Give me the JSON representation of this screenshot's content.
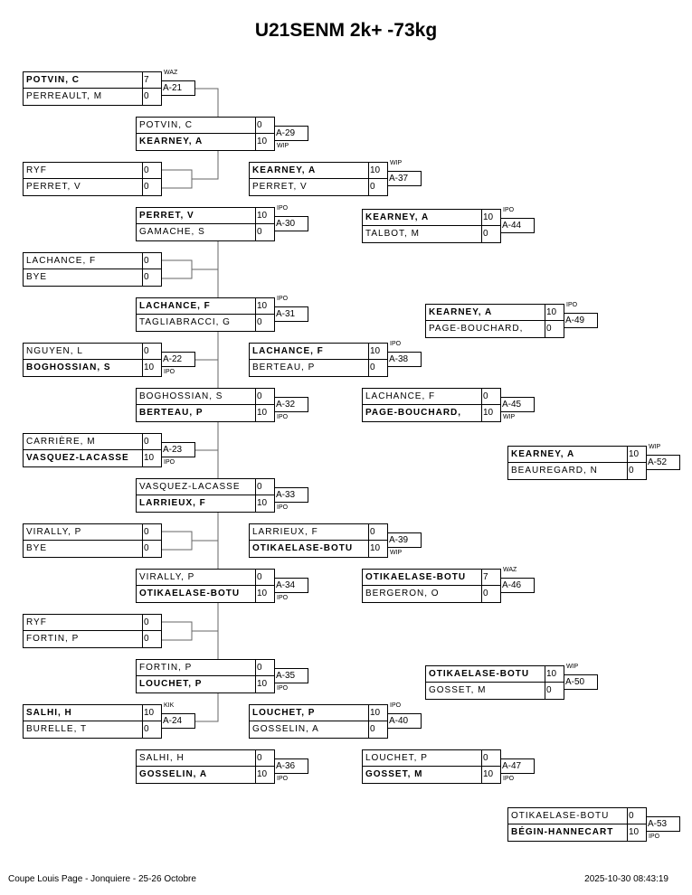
{
  "title": "U21SENM 2k+ -73kg",
  "footer": {
    "event": "Coupe Louis Page - Jonquiere - 25-26 Octobre",
    "timestamp": "2025-10-30 08:43:19"
  },
  "matches": [
    {
      "label": "A-21",
      "annotation": "WAZ",
      "competitors": [
        {
          "name": "POTVIN, C",
          "score": "7",
          "winner": true
        },
        {
          "name": "PERREAULT, M",
          "score": "0",
          "winner": false
        }
      ]
    },
    {
      "label": null,
      "annotation": null,
      "competitors": [
        {
          "name": "RYF",
          "score": "0",
          "winner": false
        },
        {
          "name": "PERRET, V",
          "score": "0",
          "winner": false
        }
      ]
    },
    {
      "label": null,
      "annotation": null,
      "competitors": [
        {
          "name": "LACHANCE, F",
          "score": "0",
          "winner": false
        },
        {
          "name": "BYE",
          "score": "0",
          "winner": false
        }
      ]
    },
    {
      "label": "A-22",
      "annotation": "IPO",
      "competitors": [
        {
          "name": "NGUYEN, L",
          "score": "0",
          "winner": false
        },
        {
          "name": "BOGHOSSIAN, S",
          "score": "10",
          "winner": true
        }
      ]
    },
    {
      "label": "A-23",
      "annotation": "IPO",
      "competitors": [
        {
          "name": "CARRIÈRE, M",
          "score": "0",
          "winner": false
        },
        {
          "name": "VASQUEZ-LACASSE",
          "score": "10",
          "winner": true
        }
      ]
    },
    {
      "label": null,
      "annotation": null,
      "competitors": [
        {
          "name": "VIRALLY, P",
          "score": "0",
          "winner": false
        },
        {
          "name": "BYE",
          "score": "0",
          "winner": false
        }
      ]
    },
    {
      "label": null,
      "annotation": null,
      "competitors": [
        {
          "name": "RYF",
          "score": "0",
          "winner": false
        },
        {
          "name": "FORTIN, P",
          "score": "0",
          "winner": false
        }
      ]
    },
    {
      "label": "A-24",
      "annotation": "KIK",
      "competitors": [
        {
          "name": "SALHI, H",
          "score": "10",
          "winner": true
        },
        {
          "name": "BURELLE, T",
          "score": "0",
          "winner": false
        }
      ]
    },
    {
      "label": "A-29",
      "annotation": "WIP",
      "competitors": [
        {
          "name": "POTVIN, C",
          "score": "0",
          "winner": false
        },
        {
          "name": "KEARNEY, A",
          "score": "10",
          "winner": true
        }
      ]
    },
    {
      "label": "A-30",
      "annotation": "IPO",
      "competitors": [
        {
          "name": "PERRET, V",
          "score": "10",
          "winner": true
        },
        {
          "name": "GAMACHE, S",
          "score": "0",
          "winner": false
        }
      ]
    },
    {
      "label": "A-31",
      "annotation": "IPO",
      "competitors": [
        {
          "name": "LACHANCE, F",
          "score": "10",
          "winner": true
        },
        {
          "name": "TAGLIABRACCI, G",
          "score": "0",
          "winner": false
        }
      ]
    },
    {
      "label": "A-32",
      "annotation": "IPO",
      "competitors": [
        {
          "name": "BOGHOSSIAN, S",
          "score": "0",
          "winner": false
        },
        {
          "name": "BERTEAU, P",
          "score": "10",
          "winner": true
        }
      ]
    },
    {
      "label": "A-33",
      "annotation": "IPO",
      "competitors": [
        {
          "name": "VASQUEZ-LACASSE",
          "score": "0",
          "winner": false
        },
        {
          "name": "LARRIEUX, F",
          "score": "10",
          "winner": true
        }
      ]
    },
    {
      "label": "A-34",
      "annotation": "IPO",
      "competitors": [
        {
          "name": "VIRALLY, P",
          "score": "0",
          "winner": false
        },
        {
          "name": "OTIKAELASE-BOTU",
          "score": "10",
          "winner": true
        }
      ]
    },
    {
      "label": "A-35",
      "annotation": "IPO",
      "competitors": [
        {
          "name": "FORTIN, P",
          "score": "0",
          "winner": false
        },
        {
          "name": "LOUCHET, P",
          "score": "10",
          "winner": true
        }
      ]
    },
    {
      "label": "A-36",
      "annotation": "IPO",
      "competitors": [
        {
          "name": "SALHI, H",
          "score": "0",
          "winner": false
        },
        {
          "name": "GOSSELIN, A",
          "score": "10",
          "winner": true
        }
      ]
    },
    {
      "label": "A-37",
      "annotation": "WIP",
      "competitors": [
        {
          "name": "KEARNEY, A",
          "score": "10",
          "winner": true
        },
        {
          "name": "PERRET, V",
          "score": "0",
          "winner": false
        }
      ]
    },
    {
      "label": "A-38",
      "annotation": "IPO",
      "competitors": [
        {
          "name": "LACHANCE, F",
          "score": "10",
          "winner": true
        },
        {
          "name": "BERTEAU, P",
          "score": "0",
          "winner": false
        }
      ]
    },
    {
      "label": "A-39",
      "annotation": "WIP",
      "competitors": [
        {
          "name": "LARRIEUX, F",
          "score": "0",
          "winner": false
        },
        {
          "name": "OTIKAELASE-BOTU",
          "score": "10",
          "winner": true
        }
      ]
    },
    {
      "label": "A-40",
      "annotation": "IPO",
      "competitors": [
        {
          "name": "LOUCHET, P",
          "score": "10",
          "winner": true
        },
        {
          "name": "GOSSELIN, A",
          "score": "0",
          "winner": false
        }
      ]
    },
    {
      "label": "A-44",
      "annotation": "IPO",
      "competitors": [
        {
          "name": "KEARNEY, A",
          "score": "10",
          "winner": true
        },
        {
          "name": "TALBOT, M",
          "score": "0",
          "winner": false
        }
      ]
    },
    {
      "label": "A-45",
      "annotation": "WIP",
      "competitors": [
        {
          "name": "LACHANCE, F",
          "score": "0",
          "winner": false
        },
        {
          "name": "PAGE-BOUCHARD,",
          "score": "10",
          "winner": true
        }
      ]
    },
    {
      "label": "A-46",
      "annotation": "WAZ",
      "competitors": [
        {
          "name": "OTIKAELASE-BOTU",
          "score": "7",
          "winner": true
        },
        {
          "name": "BERGERON, O",
          "score": "0",
          "winner": false
        }
      ]
    },
    {
      "label": "A-47",
      "annotation": "IPO",
      "competitors": [
        {
          "name": "LOUCHET, P",
          "score": "0",
          "winner": false
        },
        {
          "name": "GOSSET, M",
          "score": "10",
          "winner": true
        }
      ]
    },
    {
      "label": "A-49",
      "annotation": "IPO",
      "competitors": [
        {
          "name": "KEARNEY, A",
          "score": "10",
          "winner": true
        },
        {
          "name": "PAGE-BOUCHARD,",
          "score": "0",
          "winner": false
        }
      ]
    },
    {
      "label": "A-50",
      "annotation": "WIP",
      "competitors": [
        {
          "name": "OTIKAELASE-BOTU",
          "score": "10",
          "winner": true
        },
        {
          "name": "GOSSET, M",
          "score": "0",
          "winner": false
        }
      ]
    },
    {
      "label": "A-52",
      "annotation": "WIP",
      "competitors": [
        {
          "name": "KEARNEY, A",
          "score": "10",
          "winner": true
        },
        {
          "name": "BEAUREGARD, N",
          "score": "0",
          "winner": false
        }
      ]
    },
    {
      "label": "A-53",
      "annotation": "IPO",
      "competitors": [
        {
          "name": "OTIKAELASE-BOTU",
          "score": "0",
          "winner": false
        },
        {
          "name": "BÉGIN-HANNECART",
          "score": "10",
          "winner": true
        }
      ]
    }
  ]
}
